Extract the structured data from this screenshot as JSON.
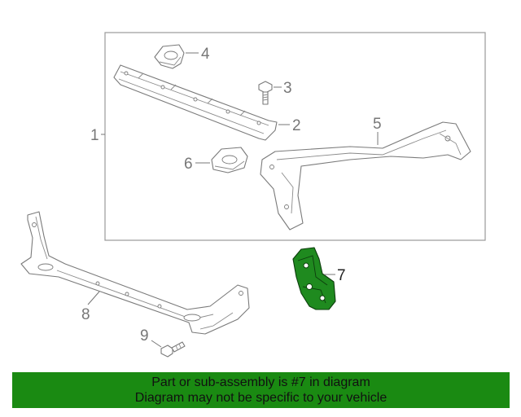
{
  "callouts": {
    "c1": "1",
    "c2": "2",
    "c3": "3",
    "c4": "4",
    "c5": "5",
    "c6": "6",
    "c7": "7",
    "c8": "8",
    "c9": "9"
  },
  "banner": {
    "line1": "Part or sub-assembly is #7 in diagram",
    "line2": "Diagram may not be specific to your vehicle"
  },
  "colors": {
    "banner_bg": "#1a8a12",
    "highlight_part": "#1f8a1f",
    "line_art": "#7a7a7a"
  }
}
